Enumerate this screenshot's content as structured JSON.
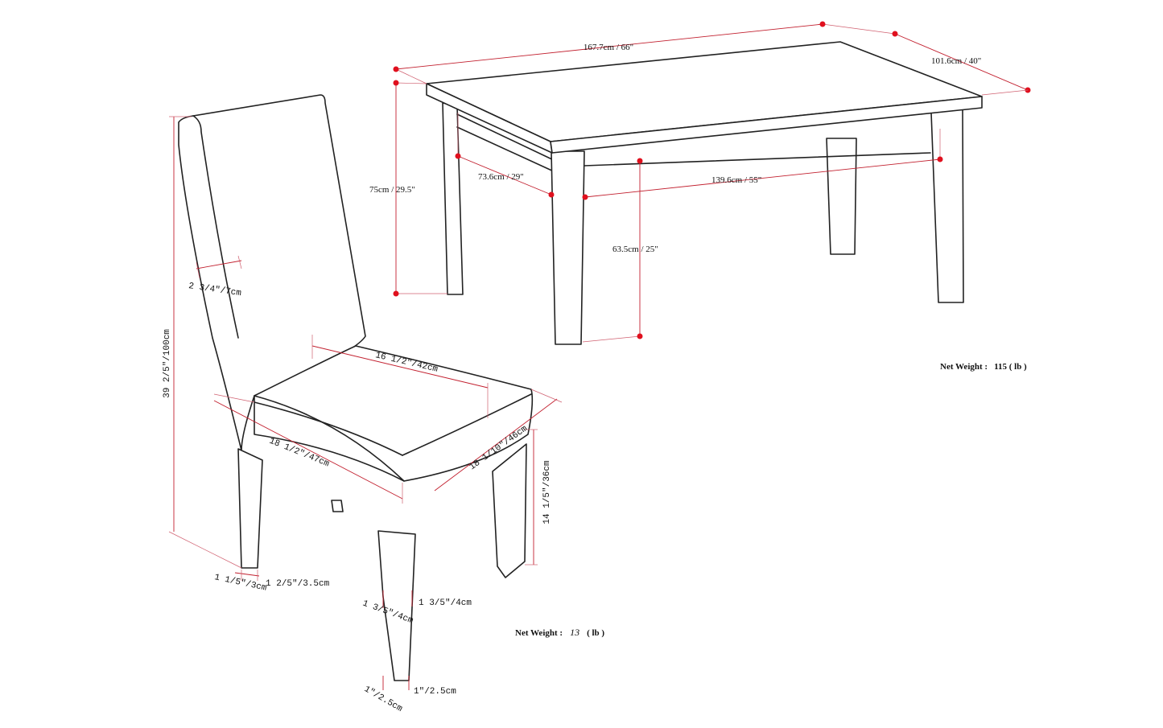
{
  "colors": {
    "ink": "#222222",
    "dimension": "#c2202f",
    "dimension_point": "#e0101e"
  },
  "table": {
    "length": "167.7cm / 66\"",
    "depth": "101.6cm / 40\"",
    "height": "75cm / 29.5\"",
    "apron_depth": "73.6cm / 29\"",
    "apron_length": "139.6cm / 55\"",
    "under_apron_height": "63.5cm / 25\"",
    "net_weight_label": "Net Weight :",
    "net_weight_value": "115 ( lb )"
  },
  "chair": {
    "total_height": "39 2/5\"/100cm",
    "back_thickness": "2 3/4\"/7cm",
    "seat_back_width": "16 1/2\"/42cm",
    "seat_front_width": "18 1/2\"/47cm",
    "seat_depth": "18 1/10\"/46cm",
    "seat_height": "14 1/5\"/36cm",
    "rear_leg_a": "1 1/5\"/3cm",
    "rear_leg_b": "1 2/5\"/3.5cm",
    "front_leg_top_a": "1 3/5\"/4cm",
    "front_leg_top_b": "1 3/5\"/4cm",
    "front_leg_bottom_a": "1\"/2.5cm",
    "front_leg_bottom_b": "1\"/2.5cm",
    "net_weight_label": "Net Weight :",
    "net_weight_value": "13",
    "net_weight_unit": "( lb )"
  }
}
